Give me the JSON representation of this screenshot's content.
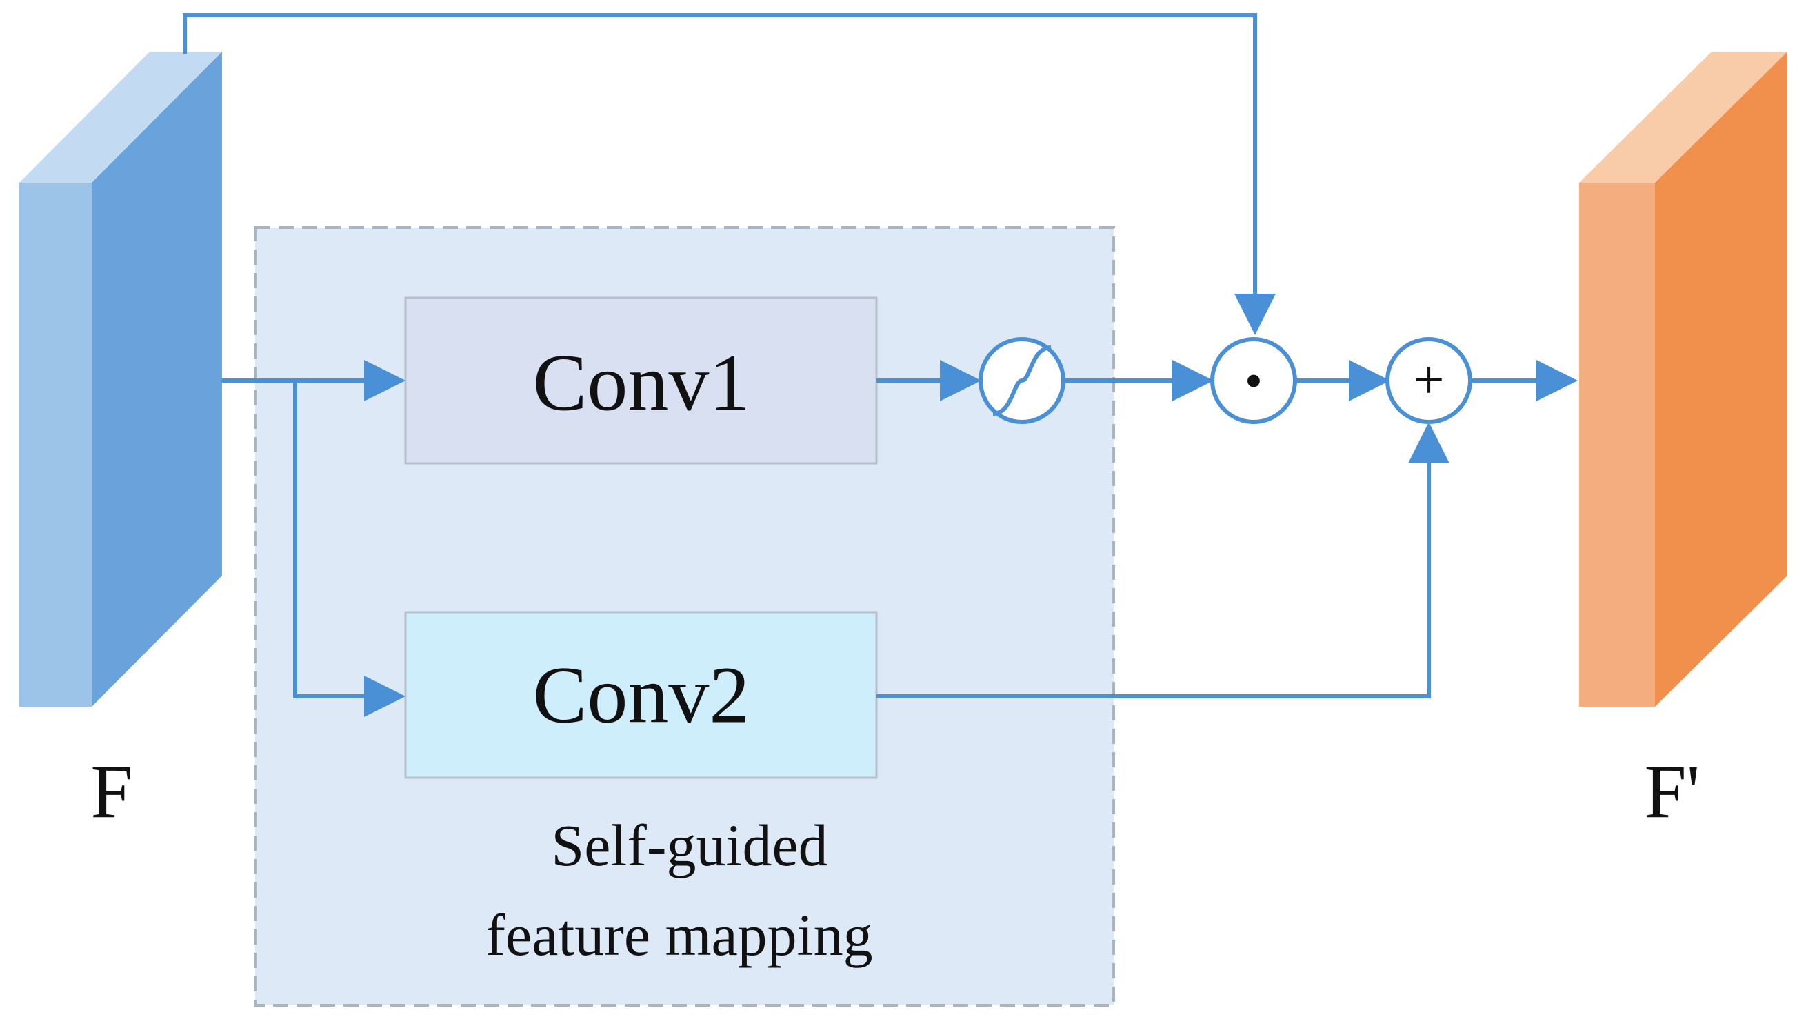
{
  "input_label": "F",
  "output_label": "F'",
  "conv1": {
    "label": "Conv1"
  },
  "conv2": {
    "label": "Conv2"
  },
  "region": {
    "line1": "Self-guided",
    "line2": "feature mapping"
  },
  "multiply_symbol": "·",
  "add_symbol": "+",
  "activation_icon": "sigmoid-icon",
  "colors": {
    "flow": "#4a90d6",
    "input_front": "#6aa3db",
    "input_side": "#9cc3e8",
    "input_top": "#c2dbf2",
    "output_front": "#f0904c",
    "output_side": "#f4ad7e",
    "output_top": "#f8cba9",
    "region_fill": "#dde9f6",
    "region_border": "#a9b4c0",
    "conv1_fill": "#d9e0f1",
    "conv2_fill": "#cdeefa"
  }
}
